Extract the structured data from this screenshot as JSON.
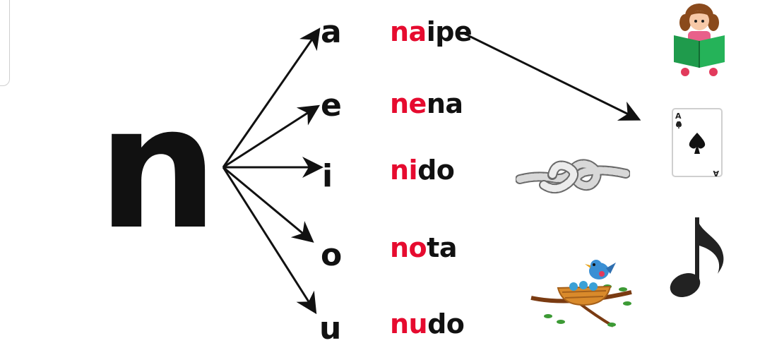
{
  "consonant": "n",
  "vowels": [
    "a",
    "e",
    "i",
    "o",
    "u"
  ],
  "words": [
    {
      "syllable": "na",
      "rest": "ipe"
    },
    {
      "syllable": "ne",
      "rest": "na"
    },
    {
      "syllable": "ni",
      "rest": "do"
    },
    {
      "syllable": "no",
      "rest": "ta"
    },
    {
      "syllable": "nu",
      "rest": "do"
    }
  ],
  "colors": {
    "syllable": "#e60b2f",
    "text": "#111111"
  },
  "pictures": [
    "girl-reading-icon",
    "ace-of-spades-card-icon",
    "rope-knot-icon",
    "music-note-icon",
    "bird-nest-icon"
  ]
}
